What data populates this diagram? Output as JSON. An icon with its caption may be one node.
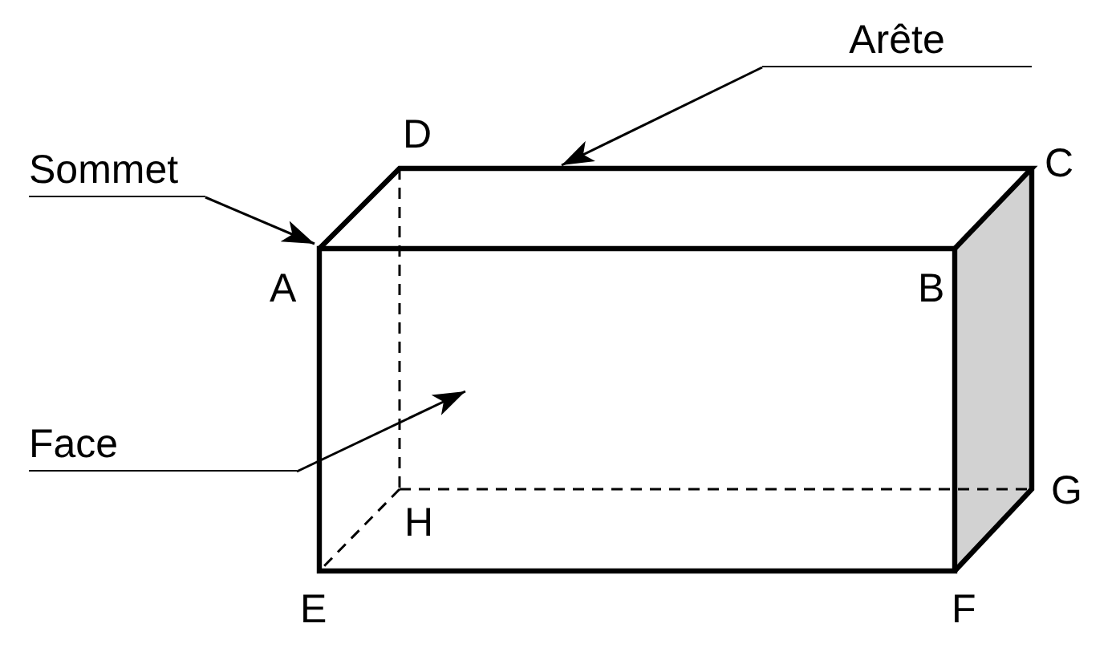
{
  "diagram": {
    "nodes": [
      {
        "text": [
          "Arête"
        ]
      },
      {
        "text": [
          "Sommet"
        ]
      },
      {
        "text": [
          "Face"
        ]
      }
    ],
    "edges": [
      {
        "from": 0,
        "to": null,
        "arrow": "to"
      },
      {
        "from": 1,
        "to": null,
        "arrow": "to"
      },
      {
        "from": 2,
        "to": null,
        "arrow": "to"
      }
    ],
    "labels": [
      "D",
      "C",
      "A",
      "B",
      "G",
      "H",
      "E",
      "F"
    ]
  }
}
